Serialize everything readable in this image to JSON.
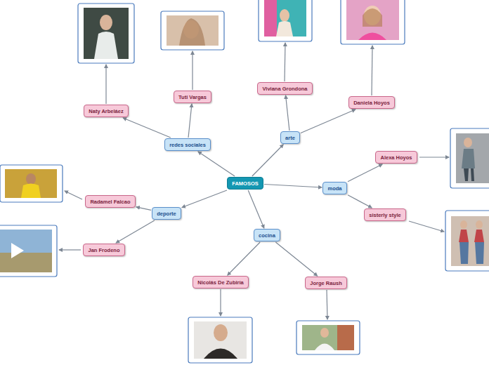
{
  "diagram": {
    "nodes": [
      {
        "text": [
          "FAMOSOS"
        ]
      },
      {
        "text": [
          "redes sociales"
        ]
      },
      {
        "text": [
          "arte"
        ]
      },
      {
        "text": [
          "moda"
        ]
      },
      {
        "text": [
          "cocina"
        ]
      },
      {
        "text": [
          "deporte"
        ]
      },
      {
        "text": [
          "Naty Arbeláez"
        ]
      },
      {
        "text": [
          "Tuti Vargas"
        ]
      },
      {
        "text": [
          "Viviana Grondona"
        ]
      },
      {
        "text": [
          "Daniela Hoyos"
        ]
      },
      {
        "text": [
          "Alexa Hoyos"
        ]
      },
      {
        "text": [
          "sisterly style"
        ]
      },
      {
        "text": [
          "Nicolás De Zubiría"
        ]
      },
      {
        "text": [
          "Jorge Raush"
        ]
      },
      {
        "text": [
          "Radamel Falcao"
        ]
      },
      {
        "text": [
          "Jan Frodeno"
        ]
      }
    ],
    "edges": [
      {
        "from": 0,
        "to": 1,
        "arrow": "to"
      },
      {
        "from": 0,
        "to": 2,
        "arrow": "to"
      },
      {
        "from": 0,
        "to": 3,
        "arrow": "to"
      },
      {
        "from": 0,
        "to": 4,
        "arrow": "to"
      },
      {
        "from": 0,
        "to": 5,
        "arrow": "to"
      },
      {
        "from": 1,
        "to": 6,
        "arrow": "to"
      },
      {
        "from": 1,
        "to": 7,
        "arrow": "to"
      },
      {
        "from": 2,
        "to": 8,
        "arrow": "to"
      },
      {
        "from": 2,
        "to": 9,
        "arrow": "to"
      },
      {
        "from": 3,
        "to": 10,
        "arrow": "to"
      },
      {
        "from": 3,
        "to": 11,
        "arrow": "to"
      },
      {
        "from": 4,
        "to": 12,
        "arrow": "to"
      },
      {
        "from": 4,
        "to": 13,
        "arrow": "to"
      },
      {
        "from": 5,
        "to": 14,
        "arrow": "to"
      },
      {
        "from": 5,
        "to": 15,
        "arrow": "to"
      }
    ]
  }
}
